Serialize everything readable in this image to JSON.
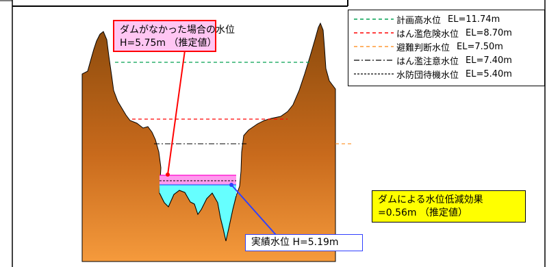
{
  "legend": {
    "items": [
      {
        "label": "計画高水位",
        "value": "EL=11.74m",
        "color": "#00a050",
        "dash": "5,4",
        "icon": "dashed-line"
      },
      {
        "label": "はん濫危険水位",
        "value": "EL=8.70m",
        "color": "#ff0000",
        "dash": "5,4",
        "icon": "dashed-line"
      },
      {
        "label": "避難判断水位",
        "value": "EL=7.50m",
        "color": "#ff9933",
        "dash": "5,4",
        "icon": "dashed-line"
      },
      {
        "label": "はん濫注意水位",
        "value": "EL=7.40m",
        "color": "#000000",
        "dash": "8,3,2,3",
        "icon": "dash-dot-line"
      },
      {
        "label": "水防団待機水位",
        "value": "EL=5.40m",
        "color": "#000000",
        "dash": "3,2",
        "icon": "short-dashed-line"
      }
    ]
  },
  "callouts": {
    "dam_line1": "ダムがなかった場合の水位",
    "dam_line2": "H=5.75m （推定値）",
    "actual": "実績水位 H=5.19m",
    "effect_line1": "ダムによる水位低減効果",
    "effect_line2": "=0.56m （推定値）"
  },
  "colors": {
    "terrain_dark": "#8a4a0c",
    "terrain_light": "#f59a3c",
    "water_actual": "#66ffff",
    "water_without_dam": "#ff99ee",
    "callout_dam_border": "#ff0000",
    "callout_actual_border": "#3040ff",
    "callout_effect_fill": "#ffff00"
  }
}
